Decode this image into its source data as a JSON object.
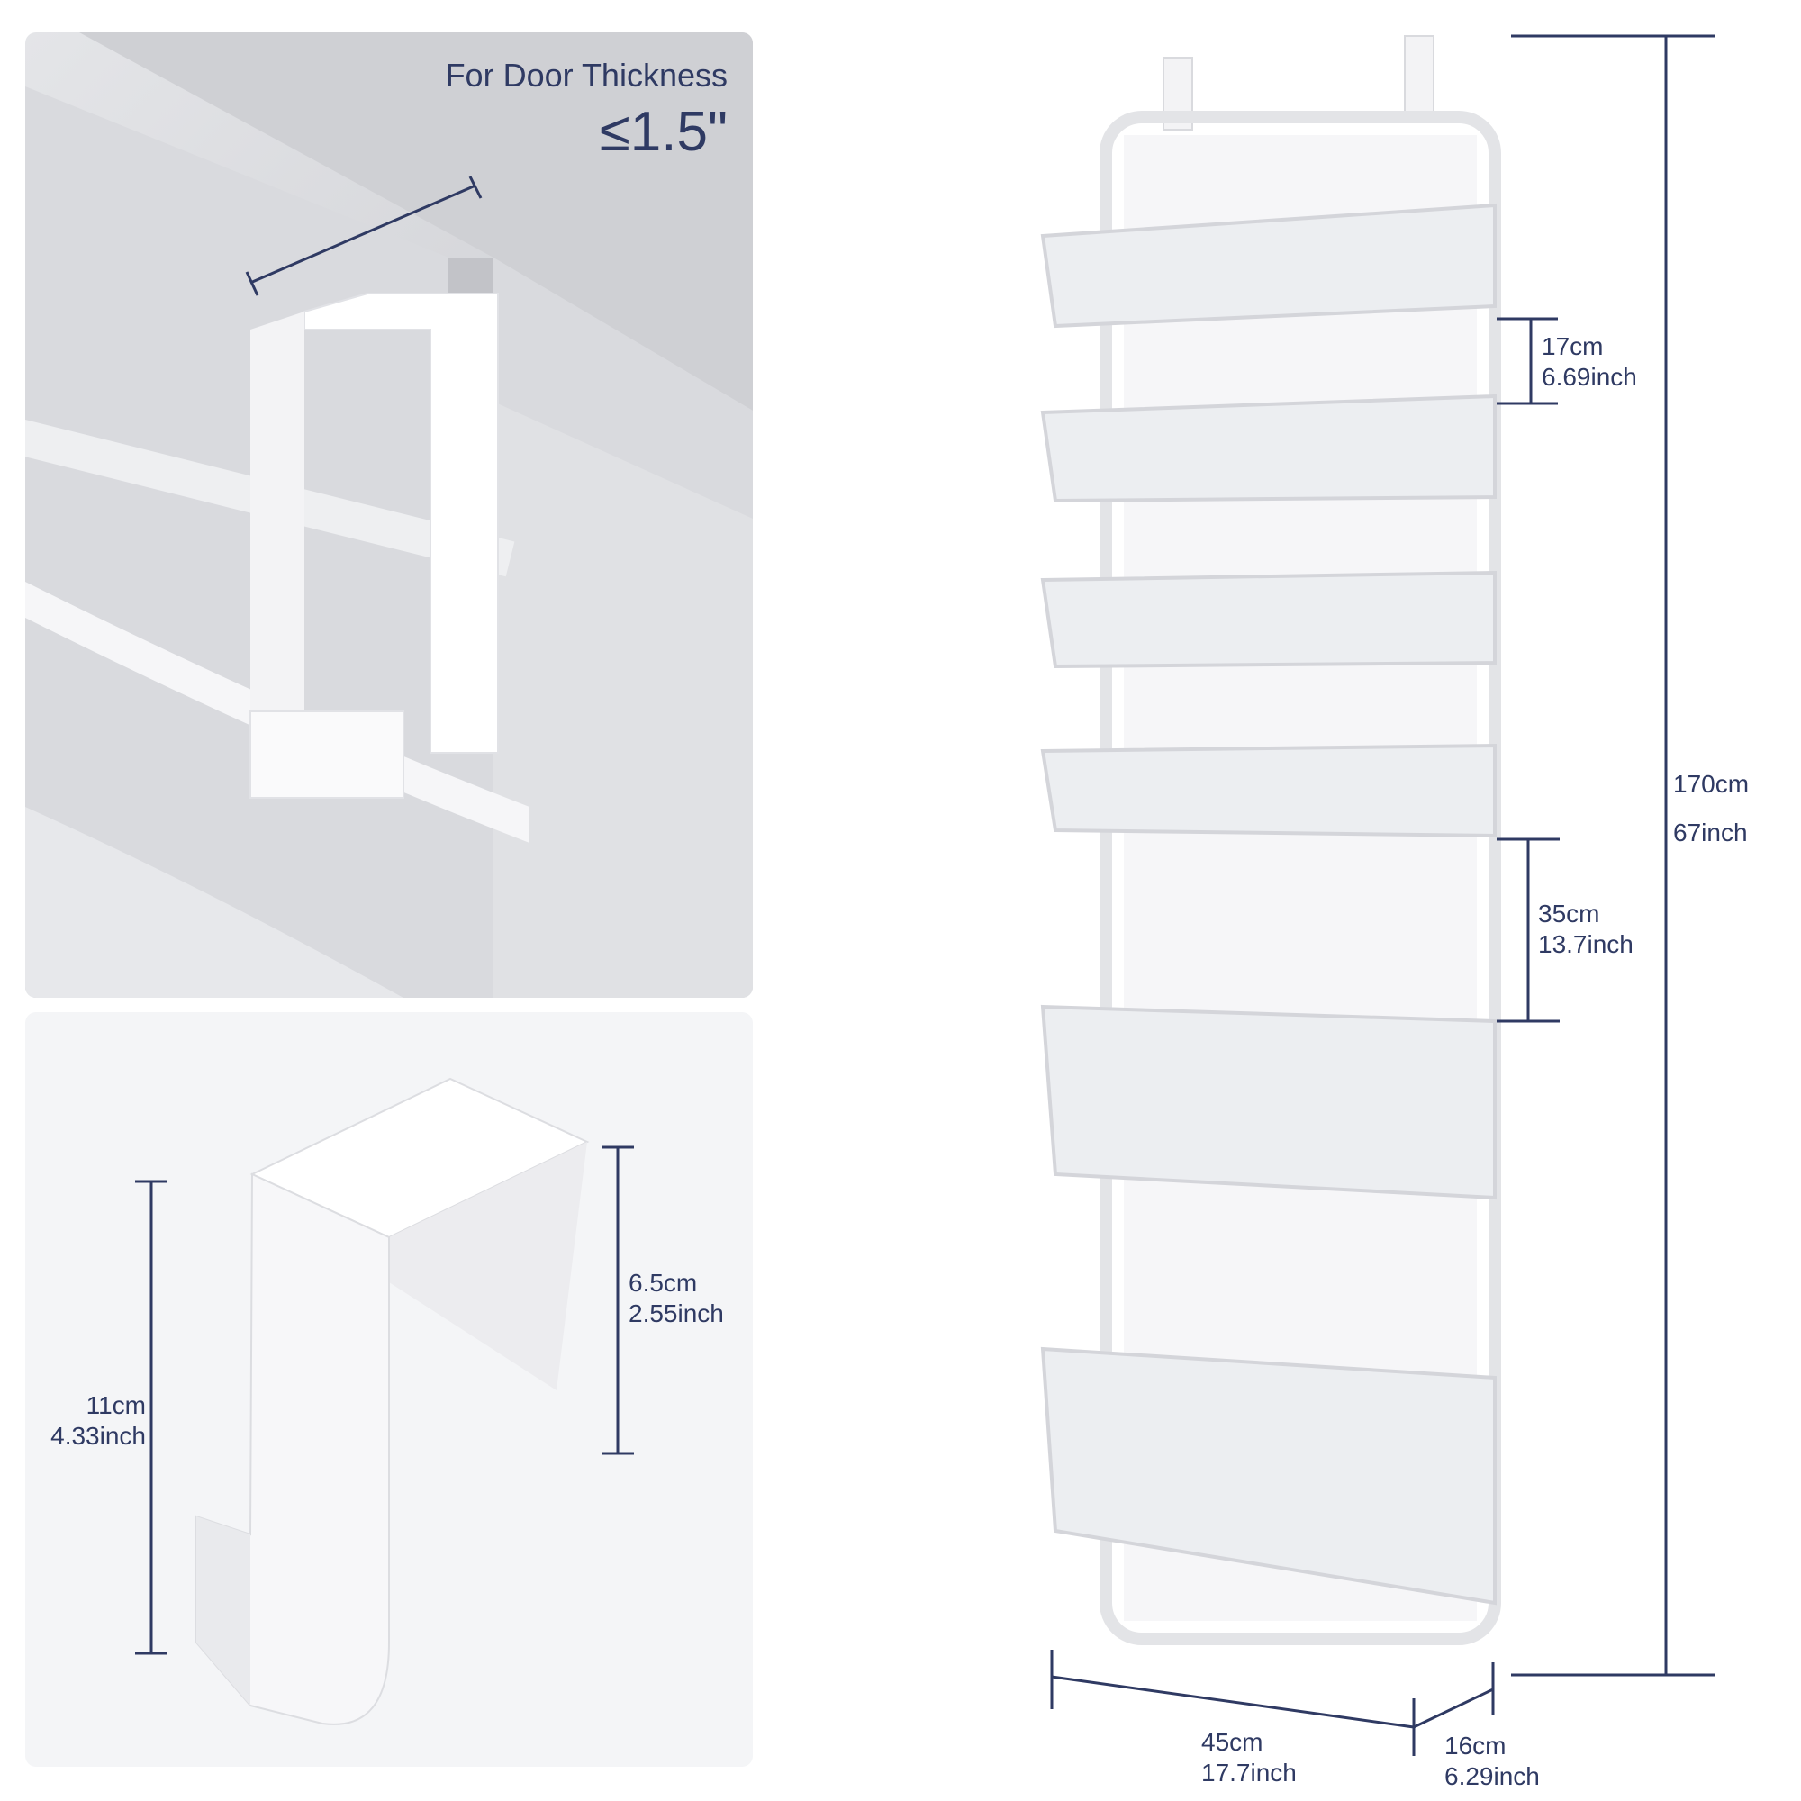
{
  "door_panel": {
    "caption_line1": "For Door Thickness",
    "caption_line2": "≤1.5\""
  },
  "hook_panel": {
    "height_cm": "11cm",
    "height_inch": "4.33inch",
    "depth_cm": "6.5cm",
    "depth_inch": "2.55inch"
  },
  "rack_dimensions": {
    "shelf_gap_cm": "17cm",
    "shelf_gap_inch": "6.69inch",
    "tall_gap_cm": "35cm",
    "tall_gap_inch": "13.7inch",
    "total_height_cm": "170cm",
    "total_height_inch": "67inch",
    "width_cm": "45cm",
    "width_inch": "17.7inch",
    "depth_cm": "16cm",
    "depth_inch": "6.29inch"
  },
  "colors": {
    "dimension_line": "#2f3a63",
    "panel_background": "#e4e5e8",
    "product_white": "#ffffff"
  }
}
